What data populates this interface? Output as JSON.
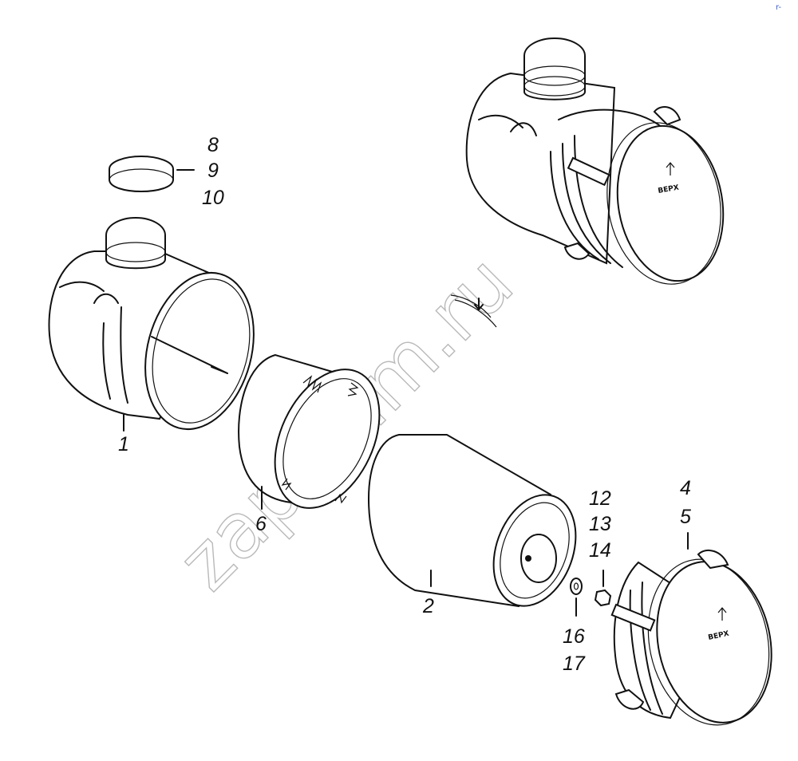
{
  "watermark": "zap-kam.ru",
  "cover_text": "ВЕРХ",
  "labels": {
    "l1": "1",
    "l2": "2",
    "l4": "4",
    "l5": "5",
    "l6": "6",
    "l8": "8",
    "l9": "9",
    "l10": "10",
    "l12": "12",
    "l13": "13",
    "l14": "14",
    "l16": "16",
    "l17": "17"
  },
  "corner_mark": "r-"
}
